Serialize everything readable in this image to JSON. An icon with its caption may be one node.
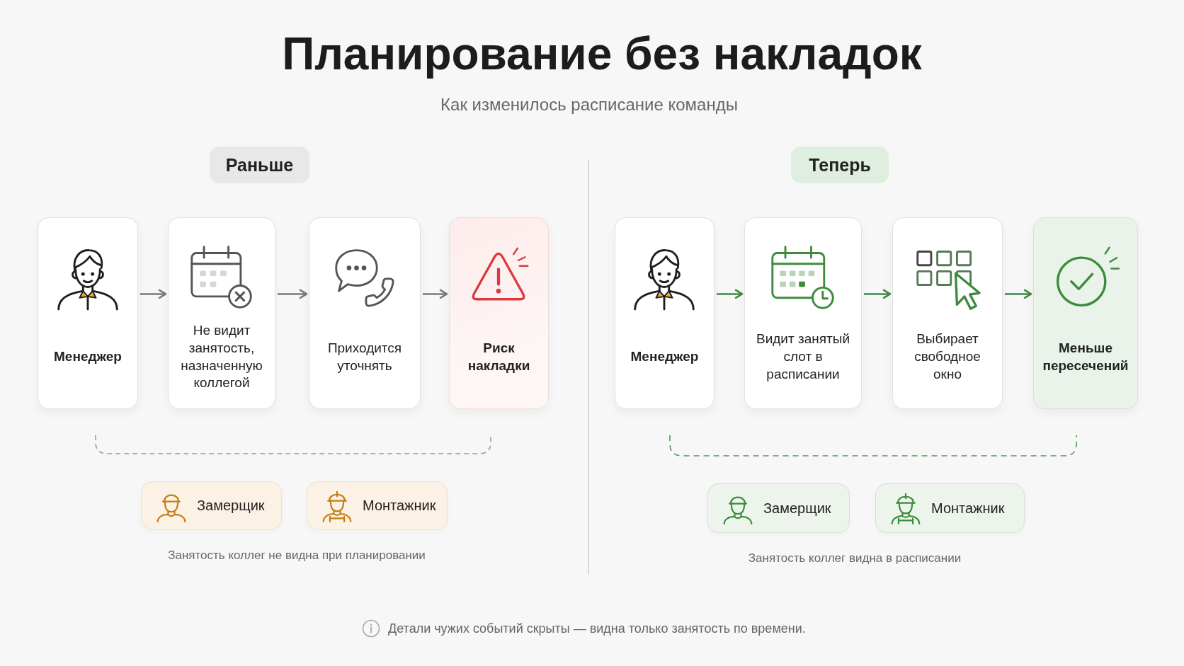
{
  "diagram": {
    "title": "Планирование без накладок",
    "nodes": [
      {
        "text": [
          "Раньше"
        ]
      },
      {
        "text": [
          "Менеджер"
        ]
      },
      {
        "text": [
          "Не видит занятость, назначенную коллегой"
        ]
      },
      {
        "text": [
          "Приходится уточнять"
        ]
      },
      {
        "text": [
          "Риск накладки"
        ]
      },
      {
        "text": [
          "Замерщик"
        ]
      },
      {
        "text": [
          "Монтажник"
        ]
      },
      {
        "text": [
          "Теперь"
        ]
      },
      {
        "text": [
          "Менеджер"
        ]
      },
      {
        "text": [
          "Видит занятый слот в расписании"
        ]
      },
      {
        "text": [
          "Выбирает свободное окно"
        ]
      },
      {
        "text": [
          "Меньше пересечений"
        ]
      },
      {
        "text": [
          "Замерщик"
        ]
      },
      {
        "text": [
          "Монтажник"
        ]
      }
    ],
    "edges": [
      {
        "from": 1,
        "to": 2,
        "arrow": "to"
      },
      {
        "from": 2,
        "to": 3,
        "arrow": "to"
      },
      {
        "from": 3,
        "to": 4,
        "arrow": "to"
      },
      {
        "from": 8,
        "to": 9,
        "arrow": "to",
        "color": "#3d8b3d"
      },
      {
        "from": 9,
        "to": 10,
        "arrow": "to",
        "color": "#3d8b3d"
      },
      {
        "from": 10,
        "to": 11,
        "arrow": "to",
        "color": "#3d8b3d"
      }
    ],
    "labels": [
      "Как изменилось расписание команды",
      "Занятость коллег не видна при планировании",
      "Занятость коллег видна в расписании",
      "Детали чужих событий скрыты — видна только занятость по времени."
    ]
  }
}
